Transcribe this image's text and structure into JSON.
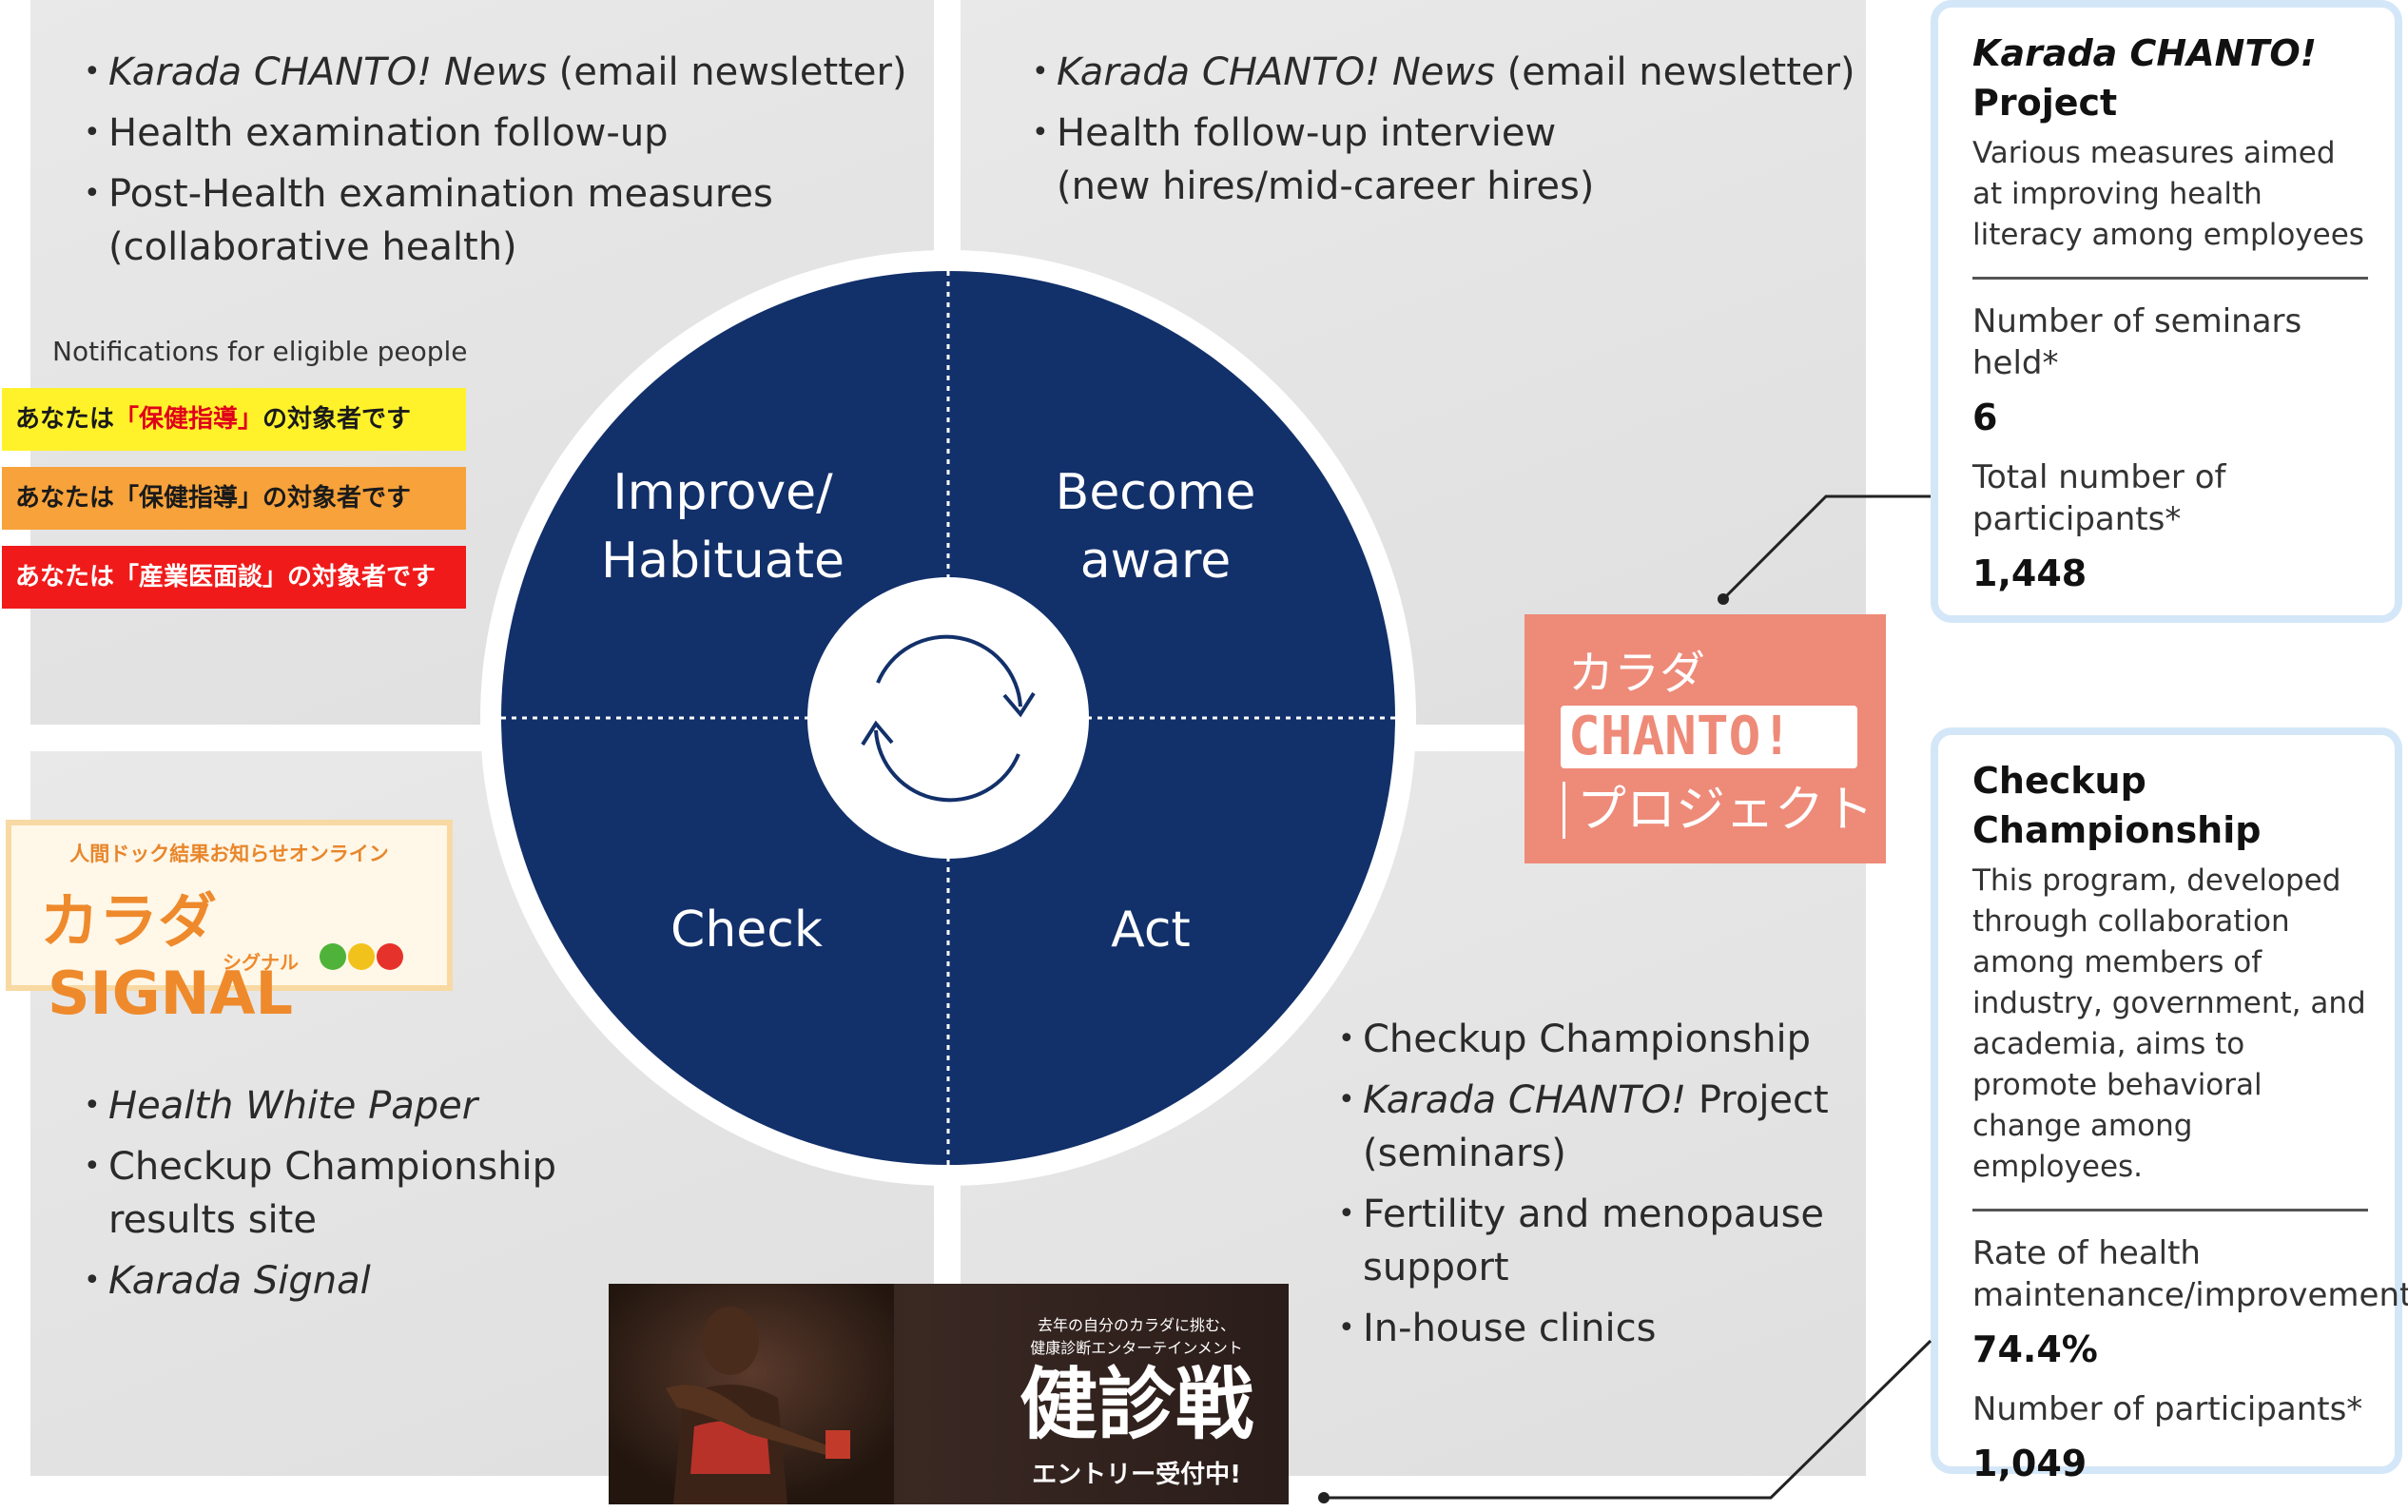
{
  "quadrants": {
    "top_left": {
      "items": [
        {
          "italic": "Karada CHANTO! News",
          "rest": " (email newsletter)"
        },
        {
          "italic": "",
          "rest": "Health examination follow-up"
        },
        {
          "italic": "",
          "rest": "Post-Health examination measures"
        },
        {
          "italic": "",
          "rest": "(collaborative health)"
        }
      ]
    },
    "top_right": {
      "items": [
        {
          "italic": "Karada CHANTO! News",
          "rest": " (email newsletter)"
        },
        {
          "italic": "",
          "rest": "Health follow-up interview"
        },
        {
          "italic": "",
          "rest": "(new hires/mid-career hires)"
        }
      ]
    },
    "bottom_left": {
      "items": [
        {
          "italic": "Health White Paper",
          "rest": ""
        },
        {
          "italic": "",
          "rest": "Checkup Championship"
        },
        {
          "italic": "",
          "rest": "results site"
        },
        {
          "italic": "Karada Signal",
          "rest": ""
        }
      ]
    },
    "bottom_right": {
      "items": [
        {
          "italic": "",
          "rest": "Checkup Championship"
        },
        {
          "italic": "Karada CHANTO!",
          "rest": " Project"
        },
        {
          "italic": "",
          "rest": "(seminars)"
        },
        {
          "italic": "",
          "rest": "Fertility and menopause"
        },
        {
          "italic": "",
          "rest": "support"
        },
        {
          "italic": "",
          "rest": "In-house clinics"
        }
      ]
    }
  },
  "wheel": {
    "improve_line1": "Improve/",
    "improve_line2": "Habituate",
    "aware_line1": "Become",
    "aware_line2": "aware",
    "check": "Check",
    "act": "Act",
    "fill_color": "#12306a",
    "center_icon": "cycle-arrows-icon"
  },
  "notifications": {
    "title": "Notifications for eligible people",
    "badges": [
      {
        "pre": "あなたは",
        "hl": "「保健指導」",
        "post": "の対象者です",
        "bg": "#fff22b",
        "color": "#1a1a1a"
      },
      {
        "pre": "あなたは",
        "hl": "「保健指導」",
        "post": "の対象者です",
        "bg": "#f7a23b",
        "color": "#1a1a1a"
      },
      {
        "pre": "あなたは",
        "hl": "「産業医面談」",
        "post": "の対象者です",
        "bg": "#f01a1a",
        "color": "#ffffff"
      }
    ]
  },
  "signal_logo": {
    "top": "人間ドック結果お知らせオンライン",
    "main_jp": "カラダ",
    "main_en": "SIGNAL",
    "sub": "シグナル"
  },
  "chanto_logo": {
    "line1": "カラダ",
    "line2": "CHANTO!",
    "line3": "プロジェクト"
  },
  "kenshin_banner": {
    "tagline1": "去年の自分のカラダに挑む、",
    "tagline2": "健康診断エンターテインメント",
    "title": "健診戦",
    "cta": "エントリー受付中!"
  },
  "panel_chanto": {
    "title_italic": "Karada CHANTO!",
    "title_rest": "Project",
    "desc": "Various measures aimed at improving health literacy among employees",
    "stat1_label": "Number of seminars held*",
    "stat1_value": "6",
    "stat2_label": "Total number of participants*",
    "stat2_value": "1,448"
  },
  "panel_champ": {
    "title": "Checkup Championship",
    "desc": "This program, developed through collaboration among members of industry, government, and academia, aims to promote behavioral change among employees.",
    "stat1_label": "Rate of health maintenance/improvement*",
    "stat1_value": "74.4%",
    "stat2_label": "Number of participants*",
    "stat2_value": "1,049"
  }
}
